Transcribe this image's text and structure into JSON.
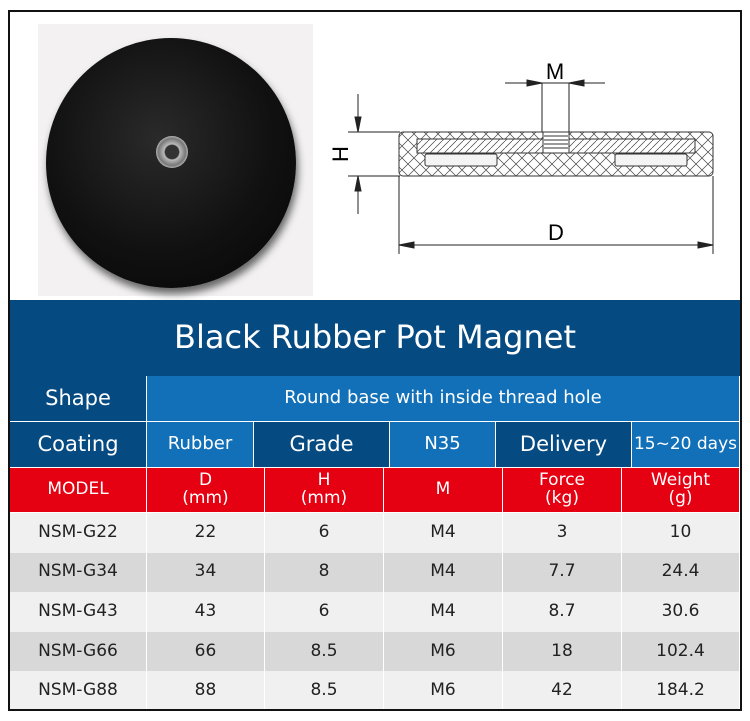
{
  "title": "Black Rubber Pot Magnet",
  "diagram": {
    "m": "M",
    "h": "H",
    "d": "D"
  },
  "shape_label": "Shape",
  "shape_value": "Round base with inside thread hole",
  "coating_label": "Coating",
  "coating_value": "Rubber",
  "grade_label": "Grade",
  "grade_value": "N35",
  "delivery_label": "Delivery",
  "delivery_value": "15~20 days",
  "headers": [
    [
      "MODEL",
      ""
    ],
    [
      "D",
      "(mm)"
    ],
    [
      "H",
      "(mm)"
    ],
    [
      "M",
      ""
    ],
    [
      "Force",
      "(kg)"
    ],
    [
      "Weight",
      "(g)"
    ]
  ],
  "rows": [
    [
      "NSM-G22",
      "22",
      "6",
      "M4",
      "3",
      "10"
    ],
    [
      "NSM-G34",
      "34",
      "8",
      "M4",
      "7.7",
      "24.4"
    ],
    [
      "NSM-G43",
      "43",
      "6",
      "M4",
      "8.7",
      "30.6"
    ],
    [
      "NSM-G66",
      "66",
      "8.5",
      "M6",
      "18",
      "102.4"
    ],
    [
      "NSM-G88",
      "88",
      "8.5",
      "M6",
      "42",
      "184.2"
    ]
  ],
  "colors": {
    "dark_blue": "#064a82",
    "light_blue": "#1170b8",
    "red": "#e50012"
  }
}
